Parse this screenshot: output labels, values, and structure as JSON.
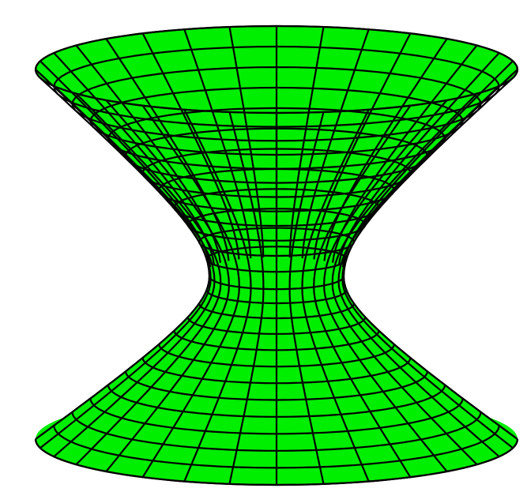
{
  "figure": {
    "subject": "hyperboloid-of-one-sheet",
    "surface_color": "#00ee00",
    "grid_line_color": "#000000",
    "background_color": "#ffffff",
    "radial_meridians": 32,
    "latitude_rings": 24,
    "style": "wireframe-shaded"
  }
}
